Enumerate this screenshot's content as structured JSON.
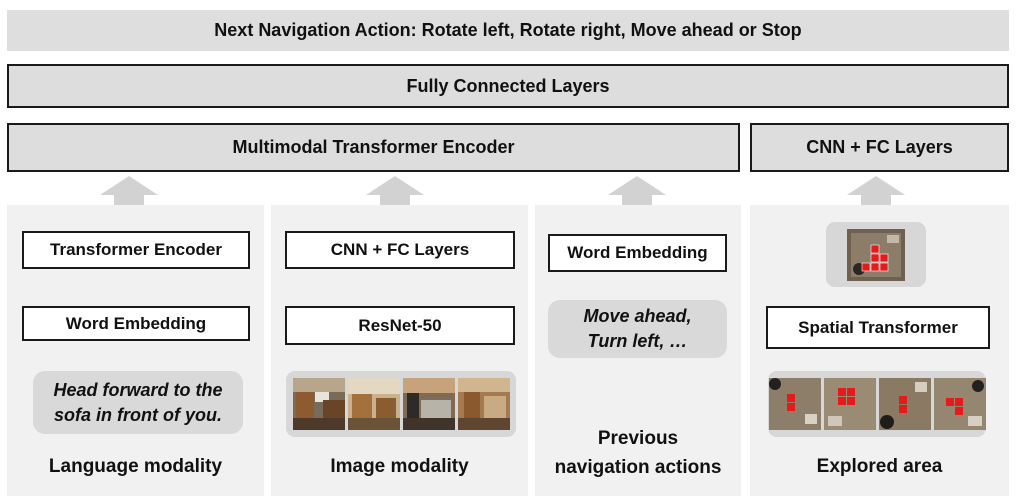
{
  "action_bar": {
    "text": "Next Navigation Action: Rotate left, Rotate right, Move ahead or Stop"
  },
  "fc_bar": {
    "text": "Fully Connected Layers"
  },
  "mm_encoder": {
    "text": "Multimodal Transformer Encoder"
  },
  "cnn_fc_right": {
    "text": "CNN + FC Layers"
  },
  "language": {
    "top_box": "Transformer Encoder",
    "bottom_box": "Word Embedding",
    "sample_line1": "Head forward to the",
    "sample_line2": "sofa in front of you.",
    "label": "Language modality"
  },
  "image": {
    "top_box": "CNN + FC Layers",
    "bottom_box": "ResNet-50",
    "label": "Image modality"
  },
  "actions": {
    "top_box": "Word Embedding",
    "sample_line1": "Move ahead,",
    "sample_line2": "Turn left, …",
    "label_line1": "Previous",
    "label_line2": "navigation actions"
  },
  "explored": {
    "box": "Spatial Transformer",
    "label": "Explored area"
  },
  "colors": {
    "map_cell": "#e31b1b",
    "box_fill": "#dddddd",
    "column_bg": "#f1f1f1"
  }
}
